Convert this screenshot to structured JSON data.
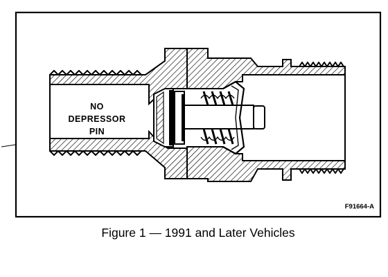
{
  "figure": {
    "pin_label_lines": [
      "NO",
      "DEPRESSOR",
      "PIN"
    ],
    "reference_code": "F91664-A",
    "caption": "Figure 1 — 1991 and Later Vehicles"
  }
}
